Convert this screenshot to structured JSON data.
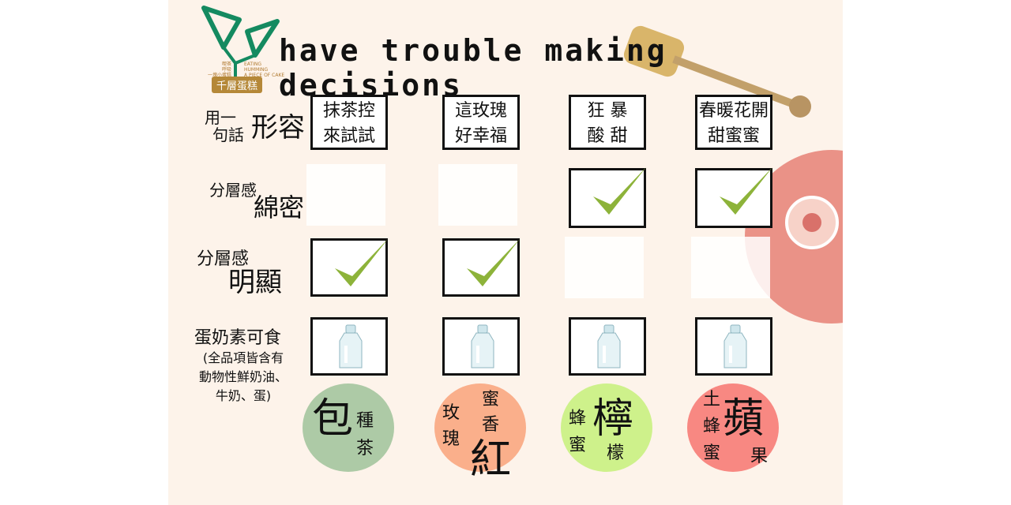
{
  "title": "have trouble making decisions",
  "logo": {
    "brand": "千層蛋糕",
    "en": [
      "EATING",
      "HUMMING",
      "A PIECE OF CAKE"
    ],
    "zh": [
      "喫茶",
      "呼吸",
      "一塊小蛋糕"
    ]
  },
  "rows": {
    "describe": {
      "a": "用一",
      "b": "句話",
      "c": "形容"
    },
    "dense": {
      "a": "分層感",
      "b": "綿密"
    },
    "distinct": {
      "a": "分層感",
      "b": "明顯"
    },
    "veg": {
      "a": "蛋奶素可食",
      "b": "(全品項皆含有",
      "c": "動物性鮮奶油、",
      "d": "牛奶、蛋)"
    }
  },
  "columns": [
    {
      "describe": [
        "抹茶控",
        "來試試"
      ],
      "dense": false,
      "distinct": true,
      "veg": true,
      "name": {
        "big": "包",
        "small": [
          "種",
          "茶"
        ]
      },
      "color": "#9fc29a"
    },
    {
      "describe": [
        "這玫瑰",
        "好幸福"
      ],
      "dense": false,
      "distinct": true,
      "veg": true,
      "name": {
        "big": "紅",
        "small": [
          "蜜",
          "香",
          "玫",
          "瑰"
        ]
      },
      "color": "#f9a27a"
    },
    {
      "describe": [
        "狂 暴",
        "酸 甜"
      ],
      "dense": true,
      "distinct": false,
      "veg": true,
      "name": {
        "big": "檸",
        "small": [
          "蜂",
          "蜜",
          "檬"
        ]
      },
      "color": "#c6f07a"
    },
    {
      "describe": [
        "春暖花開",
        "甜蜜蜜"
      ],
      "dense": true,
      "distinct": false,
      "veg": true,
      "name": {
        "big": "蘋",
        "small": [
          "土",
          "蜂",
          "蜜",
          "果"
        ]
      },
      "color": "#f77470"
    }
  ],
  "colors": {
    "check": "#8db33a",
    "logo": "#148a60",
    "background": "#fdf3ea"
  }
}
